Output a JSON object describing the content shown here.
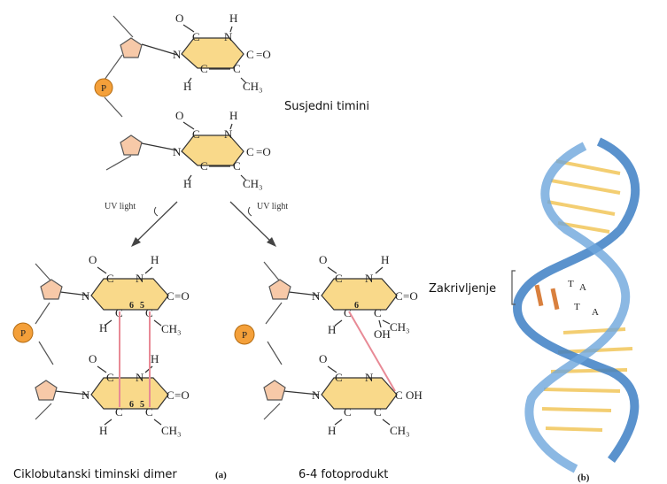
{
  "labels": {
    "adjacent_thymines": "Susjedni timini",
    "cpd_caption": "Ciklobutanski timinski dimer",
    "part_a": "(a)",
    "pp64_caption": "6-4 fotoprodukt",
    "kink": "Zakrivljenje",
    "part_b": "(b)"
  },
  "arrows": {
    "uv_left": "UV light",
    "uv_right": "UV light"
  },
  "atoms": {
    "P": "P",
    "O": "O",
    "N": "N",
    "H": "H",
    "C": "C",
    "CH3": "CH₃",
    "OH": "OH",
    "c6": "6",
    "c5": "5",
    "eqO": "=O"
  },
  "helix_bases": {
    "T1": "T",
    "A1": "A",
    "T2": "T",
    "A2": "A"
  },
  "colors": {
    "ring_fill": "#f9d98a",
    "sugar_fill": "#f7c9a8",
    "phosphate_fill": "#f4a03a",
    "crosslink": "#e88a96",
    "helix_blue": "#3d7fc4",
    "helix_yellow": "#f2c65a",
    "helix_orange": "#d9803e"
  }
}
